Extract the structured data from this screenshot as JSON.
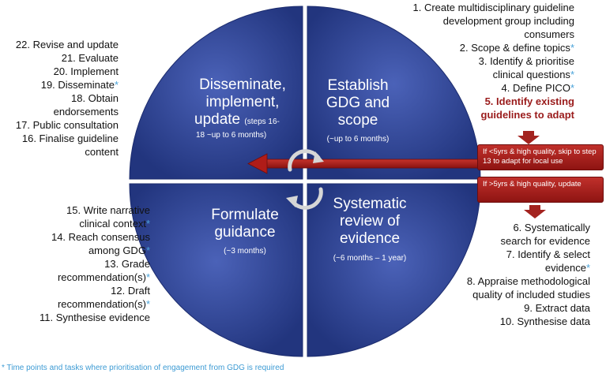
{
  "colors": {
    "quadrant_fill": "#2b3f8f",
    "quadrant_edge": "#1c2c6e",
    "highlight": "#9a1b1b",
    "asterisk": "#4aa3d9",
    "arrow_red": "#b01c18",
    "cycle_arrow": "#d8d8d8"
  },
  "icons": [
    "cycle-arrows-icon",
    "left-arrow-icon",
    "down-arrow-icon"
  ],
  "quadrants": {
    "disseminate": {
      "title_lines": [
        "Disseminate,",
        "implement,",
        "update"
      ],
      "sub_inline": "(steps 16-",
      "sub_lines": [
        "18 ~up to 6 months)"
      ]
    },
    "establish": {
      "title_lines": [
        "Establish",
        "GDG and",
        "scope"
      ],
      "sub": "(~up to 6 months)"
    },
    "formulate": {
      "title_lines": [
        "Formulate",
        "guidance"
      ],
      "sub": "(~3 months)"
    },
    "systematic": {
      "title_lines": [
        "Systematic",
        "review of",
        "evidence"
      ],
      "sub": "(~6 months – 1 year)"
    }
  },
  "steps_establish": [
    {
      "lines": [
        "1. Create multidisciplinary guideline",
        "development group including",
        "consumers"
      ],
      "asterisk": false
    },
    {
      "lines": [
        "2. Scope & define topics"
      ],
      "asterisk": true
    },
    {
      "lines": [
        "3. Identify & prioritise",
        "clinical  questions"
      ],
      "asterisk": true
    },
    {
      "lines": [
        "4. Define PICO"
      ],
      "asterisk": true
    },
    {
      "lines": [
        "5. Identify existing",
        "guidelines to adapt"
      ],
      "asterisk": false,
      "highlight": true
    }
  ],
  "steps_review": [
    {
      "lines": [
        "6. Systematically",
        "search for evidence"
      ],
      "asterisk": false
    },
    {
      "lines": [
        "7. Identify & select",
        "evidence"
      ],
      "asterisk": true
    },
    {
      "lines": [
        "8. Appraise methodological",
        "quality of included studies"
      ],
      "asterisk": false
    },
    {
      "lines": [
        "9. Extract data"
      ],
      "asterisk": false
    },
    {
      "lines": [
        "10. Synthesise data"
      ],
      "asterisk": false
    }
  ],
  "steps_formulate": [
    {
      "lines": [
        "15. Write narrative",
        "clinical context"
      ],
      "asterisk": true
    },
    {
      "lines": [
        "14. Reach consensus",
        "among GDG"
      ],
      "asterisk": true
    },
    {
      "lines": [
        "13. Grade",
        "recommendation(s)"
      ],
      "asterisk": true
    },
    {
      "lines": [
        "12. Draft",
        "recommendation(s)"
      ],
      "asterisk": true
    },
    {
      "lines": [
        "11. Synthesise evidence"
      ],
      "asterisk": false
    }
  ],
  "steps_disseminate": [
    {
      "lines": [
        "22. Revise and update"
      ],
      "asterisk": false
    },
    {
      "lines": [
        "21. Evaluate"
      ],
      "asterisk": false
    },
    {
      "lines": [
        "20. Implement"
      ],
      "asterisk": false
    },
    {
      "lines": [
        "19. Disseminate"
      ],
      "asterisk": true
    },
    {
      "lines": [
        "18. Obtain",
        "endorsements"
      ],
      "asterisk": false
    },
    {
      "lines": [
        "17. Public consultation"
      ],
      "asterisk": false
    },
    {
      "lines": [
        "16. Finalise guideline",
        "content"
      ],
      "asterisk": false
    }
  ],
  "decision_boxes": {
    "recent": "If <5yrs & high quality, skip to step 13 to adapt for local use",
    "old": "If >5yrs & high quality, update"
  },
  "asterisk_symbol": "*",
  "footnote": "* Time points and tasks where prioritisation of engagement from GDG is required"
}
